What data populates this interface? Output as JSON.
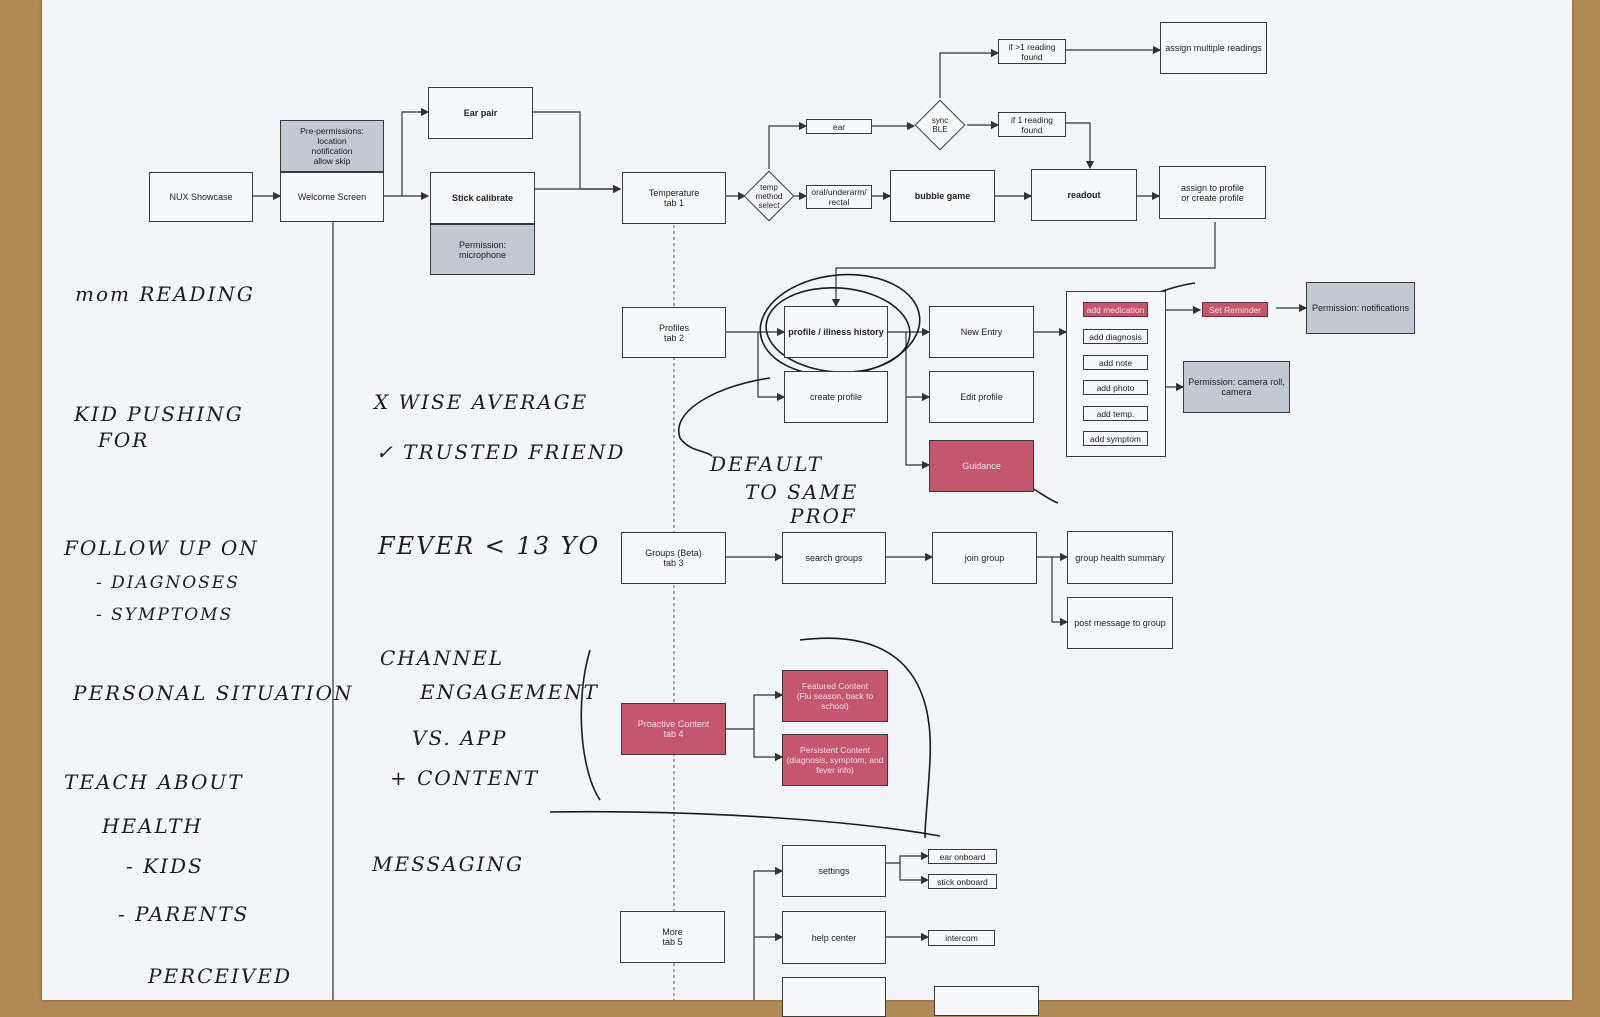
{
  "colors": {
    "paper": "#f3f5f8",
    "table": "#b08a55",
    "pink": "#c4566f",
    "gray": "#c3c9d0",
    "ink": "#1d1d1d"
  },
  "nodes": {
    "nux": "NUX Showcase",
    "welcome": "Welcome Screen",
    "prepermissions": "Pre-permissions:\nlocation\nnotification\nallow skip",
    "ear_pair": "Ear pair",
    "stick_calibrate": "Stick calibrate",
    "perm_microphone": "Permission:\nmicrophone",
    "temperature_tab": "Temperature\ntab 1",
    "temp_method": "temp\nmethod\nselect",
    "ear": "ear",
    "oral": "oral/underarm/\nrectal",
    "sync_ble": "sync\nBLE",
    "multi_found": "if >1 reading\nfound",
    "one_found": "if 1 reading\nfound",
    "assign_multiple": "assign multiple readings",
    "bubble_game": "bubble game",
    "readout": "readout",
    "assign_profile": "assign to profile\nor create profile",
    "profiles_tab": "Profiles\ntab 2",
    "profile_history": "profile / illness history",
    "create_profile": "create profile",
    "new_entry": "New Entry",
    "edit_profile": "Edit profile",
    "guidance": "Guidance",
    "add_medication": "add medication",
    "add_diagnosis": "add diagnosis",
    "add_note": "add note",
    "add_photo": "add photo",
    "add_temp": "add temp.",
    "add_symptom": "add symptom",
    "set_reminder": "Set Reminder",
    "perm_notifications": "Permission: notifications",
    "perm_camera": "Permission: camera roll,\ncamera",
    "groups_tab": "Groups (Beta)\ntab 3",
    "search_groups": "search groups",
    "join_group": "join group",
    "group_health": "group health summary",
    "post_message": "post message to group",
    "proactive_tab": "Proactive Content\ntab 4",
    "featured": "Featured Content\n(Flu season, back to\nschool)",
    "persistent": "Persistent Content\n(diagnosis, symptom, and\nfever info)",
    "more_tab": "More\ntab 5",
    "settings": "settings",
    "help_center": "help center",
    "ear_onboard": "ear onboard",
    "stick_onboard": "stick onboard",
    "intercom": "intercom"
  },
  "handwriting": {
    "n1": "mom READING",
    "n2a": "KID PUSHING",
    "n2b": "FOR",
    "n3a": "FOLLOW UP ON",
    "n3b": "- DIAGNOSES",
    "n3c": "- SYMPTOMS",
    "n4": "PERSONAL SITUATION",
    "n5a": "TEACH ABOUT",
    "n5b": "HEALTH",
    "n5c": "- KIDS",
    "n5d": "- PARENTS",
    "n5e": "PERCEIVED",
    "m1": "X WISE AVERAGE",
    "m2": "✓ TRUSTED FRIEND",
    "m3": "FEVER < 13 YO",
    "m4a": "CHANNEL",
    "m4b": "ENGAGEMENT",
    "m4c": "VS. APP",
    "m4d": "+ CONTENT",
    "m5": "MESSAGING",
    "d1": "DEFAULT",
    "d2": "TO SAME",
    "d3": "PROF"
  }
}
